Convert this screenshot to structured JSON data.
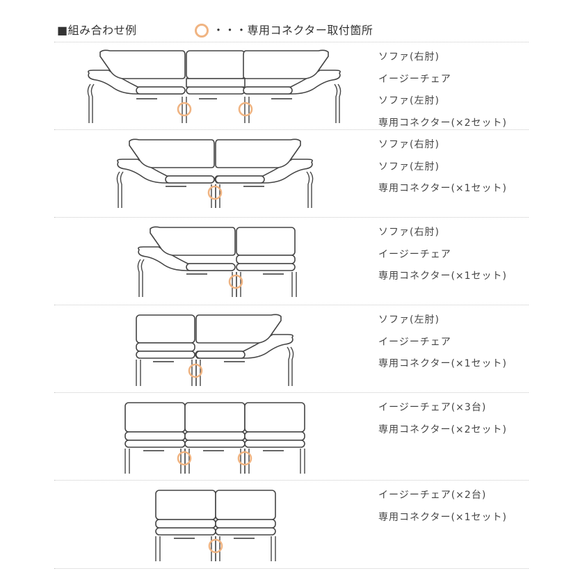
{
  "header": {
    "title": "■組み合わせ例",
    "legend_text": "・・・専用コネクター取付箇所",
    "ring_color": "#f0b482"
  },
  "rows": [
    {
      "items": [
        "ソファ(右肘)",
        "イージーチェア",
        "ソファ(左肘)",
        "専用コネクター(×2セット)"
      ]
    },
    {
      "items": [
        "ソファ(右肘)",
        "ソファ(左肘)",
        "専用コネクター(×1セット)"
      ]
    },
    {
      "items": [
        "ソファ(右肘)",
        "イージーチェア",
        "専用コネクター(×1セット)"
      ]
    },
    {
      "items": [
        "ソファ(左肘)",
        "イージーチェア",
        "専用コネクター(×1セット)"
      ]
    },
    {
      "items": [
        "イージーチェア(×3台)",
        "専用コネクター(×2セット)"
      ]
    },
    {
      "items": [
        "イージーチェア(×2台)",
        "専用コネクター(×1セット)"
      ]
    }
  ]
}
